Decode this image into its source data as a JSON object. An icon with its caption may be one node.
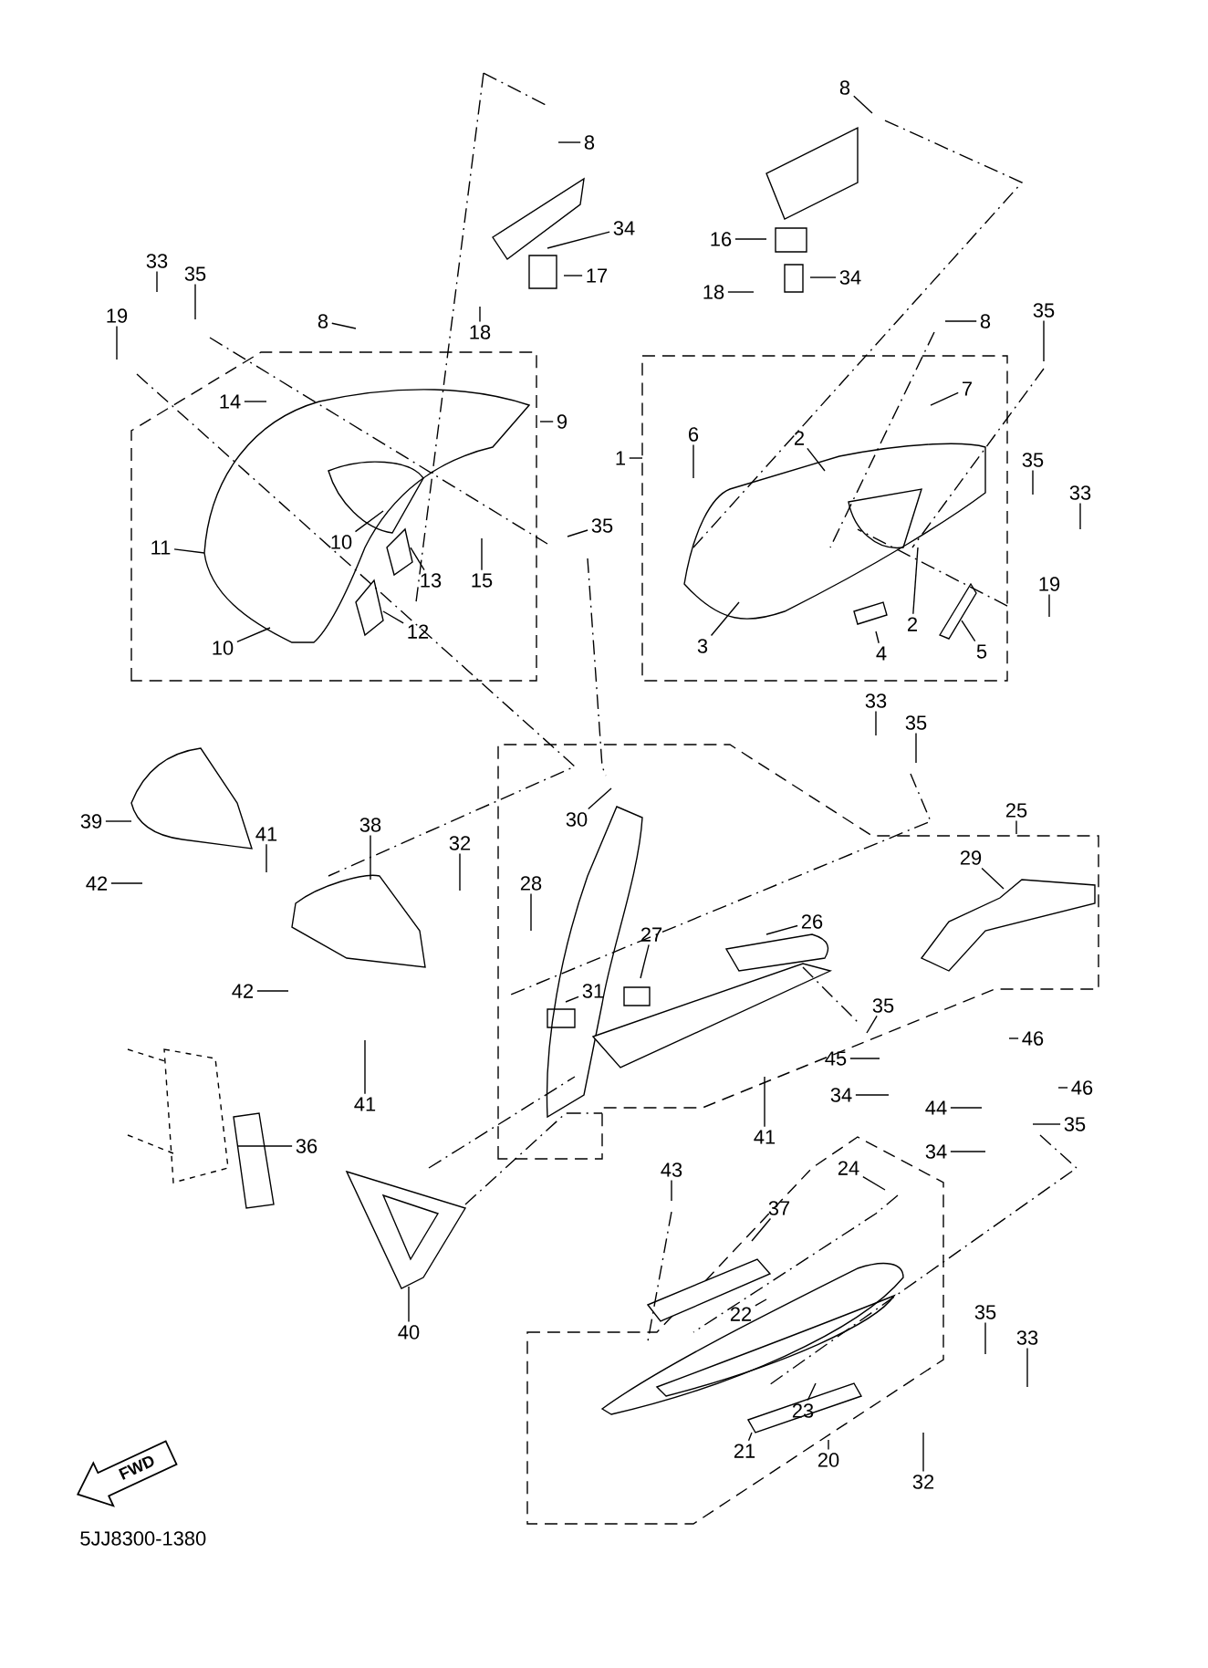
{
  "diagram": {
    "nodes": [
      {
        "text": [
          "8"
        ]
      },
      {
        "text": [
          "34"
        ]
      },
      {
        "text": [
          "17"
        ]
      },
      {
        "text": [
          "18"
        ]
      },
      {
        "text": [
          "33"
        ]
      },
      {
        "text": [
          "35"
        ]
      },
      {
        "text": [
          "19"
        ]
      },
      {
        "text": [
          "8"
        ]
      },
      {
        "text": [
          "14"
        ]
      },
      {
        "text": [
          "9"
        ]
      },
      {
        "text": [
          "10"
        ]
      },
      {
        "text": [
          "11"
        ]
      },
      {
        "text": [
          "13"
        ]
      },
      {
        "text": [
          "15"
        ]
      },
      {
        "text": [
          "12"
        ]
      },
      {
        "text": [
          "10"
        ]
      },
      {
        "text": [
          "35"
        ]
      },
      {
        "text": [
          "8"
        ]
      },
      {
        "text": [
          "16"
        ]
      },
      {
        "text": [
          "34"
        ]
      },
      {
        "text": [
          "18"
        ]
      },
      {
        "text": [
          "8"
        ]
      },
      {
        "text": [
          "35"
        ]
      },
      {
        "text": [
          "7"
        ]
      },
      {
        "text": [
          "6"
        ]
      },
      {
        "text": [
          "2"
        ]
      },
      {
        "text": [
          "1"
        ]
      },
      {
        "text": [
          "35"
        ]
      },
      {
        "text": [
          "33"
        ]
      },
      {
        "text": [
          "2"
        ]
      },
      {
        "text": [
          "19"
        ]
      },
      {
        "text": [
          "3"
        ]
      },
      {
        "text": [
          "4"
        ]
      },
      {
        "text": [
          "5"
        ]
      },
      {
        "text": [
          "33"
        ]
      },
      {
        "text": [
          "35"
        ]
      },
      {
        "text": [
          "25"
        ]
      },
      {
        "text": [
          "29"
        ]
      },
      {
        "text": [
          "26"
        ]
      },
      {
        "text": [
          "27"
        ]
      },
      {
        "text": [
          "30"
        ]
      },
      {
        "text": [
          "28"
        ]
      },
      {
        "text": [
          "32"
        ]
      },
      {
        "text": [
          "31"
        ]
      },
      {
        "text": [
          "35"
        ]
      },
      {
        "text": [
          "46"
        ]
      },
      {
        "text": [
          "45"
        ]
      },
      {
        "text": [
          "44"
        ]
      },
      {
        "text": [
          "46"
        ]
      },
      {
        "text": [
          "34"
        ]
      },
      {
        "text": [
          "35"
        ]
      },
      {
        "text": [
          "34"
        ]
      },
      {
        "text": [
          "41"
        ]
      },
      {
        "text": [
          "39"
        ]
      },
      {
        "text": [
          "41"
        ]
      },
      {
        "text": [
          "42"
        ]
      },
      {
        "text": [
          "38"
        ]
      },
      {
        "text": [
          "42"
        ]
      },
      {
        "text": [
          "41"
        ]
      },
      {
        "text": [
          "36"
        ]
      },
      {
        "text": [
          "40"
        ]
      },
      {
        "text": [
          "43"
        ]
      },
      {
        "text": [
          "24"
        ]
      },
      {
        "text": [
          "37"
        ]
      },
      {
        "text": [
          "22"
        ]
      },
      {
        "text": [
          "35"
        ]
      },
      {
        "text": [
          "33"
        ]
      },
      {
        "text": [
          "23"
        ]
      },
      {
        "text": [
          "21"
        ]
      },
      {
        "text": [
          "20"
        ]
      },
      {
        "text": [
          "32"
        ]
      }
    ],
    "edges": [
      {
        "from": 0,
        "to": null,
        "arrow": "none"
      },
      {
        "from": 1,
        "to": null,
        "arrow": "none"
      },
      {
        "from": 2,
        "to": null,
        "arrow": "none"
      },
      {
        "from": 3,
        "to": null,
        "arrow": "none"
      },
      {
        "from": 4,
        "to": null,
        "arrow": "none"
      },
      {
        "from": 5,
        "to": null,
        "arrow": "none"
      },
      {
        "from": 6,
        "to": null,
        "arrow": "none"
      },
      {
        "from": 7,
        "to": null,
        "arrow": "none"
      },
      {
        "from": 8,
        "to": null,
        "arrow": "none"
      },
      {
        "from": 9,
        "to": null,
        "arrow": "none"
      },
      {
        "from": 10,
        "to": null,
        "arrow": "none"
      },
      {
        "from": 11,
        "to": null,
        "arrow": "none"
      },
      {
        "from": 12,
        "to": null,
        "arrow": "none"
      },
      {
        "from": 13,
        "to": null,
        "arrow": "none"
      },
      {
        "from": 14,
        "to": null,
        "arrow": "none"
      },
      {
        "from": 15,
        "to": null,
        "arrow": "none"
      },
      {
        "from": 16,
        "to": null,
        "arrow": "none"
      },
      {
        "from": 17,
        "to": null,
        "arrow": "none"
      },
      {
        "from": 18,
        "to": null,
        "arrow": "none"
      },
      {
        "from": 19,
        "to": null,
        "arrow": "none"
      },
      {
        "from": 20,
        "to": null,
        "arrow": "none"
      },
      {
        "from": 21,
        "to": null,
        "arrow": "none"
      },
      {
        "from": 22,
        "to": null,
        "arrow": "none"
      },
      {
        "from": 23,
        "to": null,
        "arrow": "none"
      },
      {
        "from": 24,
        "to": null,
        "arrow": "none"
      },
      {
        "from": 25,
        "to": null,
        "arrow": "none"
      },
      {
        "from": 26,
        "to": null,
        "arrow": "none"
      },
      {
        "from": 27,
        "to": null,
        "arrow": "none"
      },
      {
        "from": 28,
        "to": null,
        "arrow": "none"
      },
      {
        "from": 29,
        "to": null,
        "arrow": "none"
      },
      {
        "from": 30,
        "to": null,
        "arrow": "none"
      },
      {
        "from": 31,
        "to": null,
        "arrow": "none"
      },
      {
        "from": 32,
        "to": null,
        "arrow": "none"
      },
      {
        "from": 33,
        "to": null,
        "arrow": "none"
      },
      {
        "from": 34,
        "to": null,
        "arrow": "none"
      },
      {
        "from": 35,
        "to": null,
        "arrow": "none"
      },
      {
        "from": 36,
        "to": null,
        "arrow": "none"
      },
      {
        "from": 37,
        "to": null,
        "arrow": "none"
      },
      {
        "from": 38,
        "to": null,
        "arrow": "none"
      },
      {
        "from": 39,
        "to": null,
        "arrow": "none"
      },
      {
        "from": 40,
        "to": null,
        "arrow": "none"
      },
      {
        "from": 41,
        "to": null,
        "arrow": "none"
      },
      {
        "from": 42,
        "to": null,
        "arrow": "none"
      },
      {
        "from": 43,
        "to": null,
        "arrow": "none"
      },
      {
        "from": 44,
        "to": null,
        "arrow": "none"
      },
      {
        "from": 45,
        "to": null,
        "arrow": "none"
      },
      {
        "from": 46,
        "to": null,
        "arrow": "none"
      },
      {
        "from": 47,
        "to": null,
        "arrow": "none"
      },
      {
        "from": 48,
        "to": null,
        "arrow": "none"
      },
      {
        "from": 49,
        "to": null,
        "arrow": "none"
      },
      {
        "from": 50,
        "to": null,
        "arrow": "none"
      },
      {
        "from": 51,
        "to": null,
        "arrow": "none"
      },
      {
        "from": 52,
        "to": null,
        "arrow": "none"
      },
      {
        "from": 53,
        "to": null,
        "arrow": "none"
      },
      {
        "from": 54,
        "to": null,
        "arrow": "none"
      },
      {
        "from": 55,
        "to": null,
        "arrow": "none"
      },
      {
        "from": 56,
        "to": null,
        "arrow": "none"
      },
      {
        "from": 57,
        "to": null,
        "arrow": "none"
      },
      {
        "from": 58,
        "to": null,
        "arrow": "none"
      },
      {
        "from": 59,
        "to": null,
        "arrow": "none"
      },
      {
        "from": 60,
        "to": null,
        "arrow": "none"
      },
      {
        "from": 61,
        "to": null,
        "arrow": "none"
      },
      {
        "from": 62,
        "to": null,
        "arrow": "none"
      },
      {
        "from": 63,
        "to": null,
        "arrow": "none"
      },
      {
        "from": 64,
        "to": null,
        "arrow": "none"
      },
      {
        "from": 65,
        "to": null,
        "arrow": "none"
      },
      {
        "from": 66,
        "to": null,
        "arrow": "none"
      },
      {
        "from": 67,
        "to": null,
        "arrow": "none"
      },
      {
        "from": 68,
        "to": null,
        "arrow": "none"
      },
      {
        "from": 69,
        "to": null,
        "arrow": "none"
      },
      {
        "from": 70,
        "to": null,
        "arrow": "none"
      }
    ],
    "labels": [
      "FWD",
      "5JJ8300-1380"
    ]
  }
}
